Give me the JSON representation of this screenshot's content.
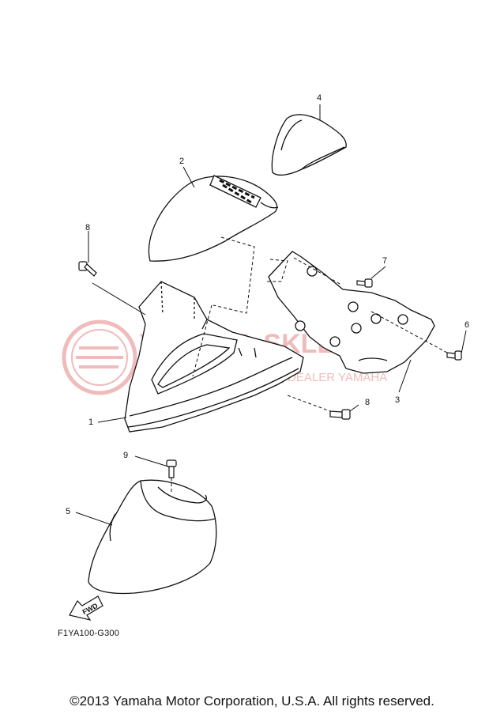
{
  "callouts": [
    "1",
    "2",
    "3",
    "4",
    "5",
    "6",
    "7",
    "8",
    "8",
    "9"
  ],
  "watermark": {
    "main": "YAMAHA-SKLEP.PL",
    "sub": "WOJ. BIELCHOWICZ | DEALER YAMAHA",
    "color": "#e06a6a"
  },
  "fwd_label": "FWD",
  "figure_code": "F1YA100-G300",
  "copyright": "©2013 Yamaha Motor Corporation, U.S.A. All rights reserved."
}
